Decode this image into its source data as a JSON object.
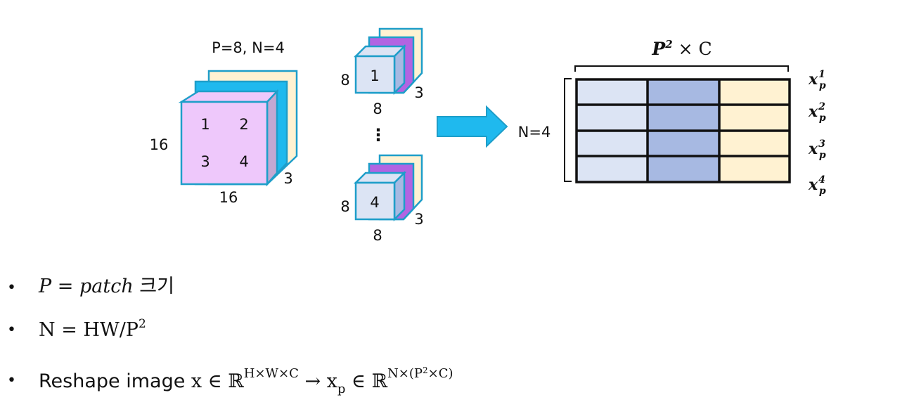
{
  "diagram": {
    "big_cube": {
      "title": "P=8, N=4",
      "patch_labels": [
        "1",
        "2",
        "3",
        "4"
      ],
      "height_label": "16",
      "width_label": "16",
      "depth_label": "3"
    },
    "patches": [
      {
        "label": "1",
        "height_label": "8",
        "width_label": "8",
        "depth_label": "3"
      },
      {
        "label": "4",
        "height_label": "8",
        "width_label": "8",
        "depth_label": "3"
      }
    ],
    "ellipsis": "⋮",
    "matrix": {
      "top_label_base": "P",
      "top_label_exp": "2",
      "top_label_rest": " × C",
      "rows_label": "N=4",
      "row_base": "x",
      "row_sub": "p",
      "row_sups": [
        "1",
        "2",
        "3",
        "4"
      ]
    },
    "colors": {
      "pink_face": "#eec8fb",
      "pink_side": "#c3a8d2",
      "blue_front": "#dce4f4",
      "blue_mid": "#a7b9e2",
      "cream": "#fff2d2",
      "cyan": "#1fb9ee",
      "purple": "#b264e2",
      "border": "#1e9ec9"
    }
  },
  "bullets": [
    {
      "parts": [
        "P = ",
        "patch",
        " 크기"
      ]
    },
    {
      "parts": [
        "N = HW/P",
        "2"
      ]
    },
    {
      "parts": [
        "Reshape image ",
        "x ∈ ℝ",
        "H×W×C",
        " → x",
        "p",
        " ∈ ℝ",
        "N×(P",
        "2",
        "×C)"
      ]
    }
  ],
  "bullet_char": "•"
}
